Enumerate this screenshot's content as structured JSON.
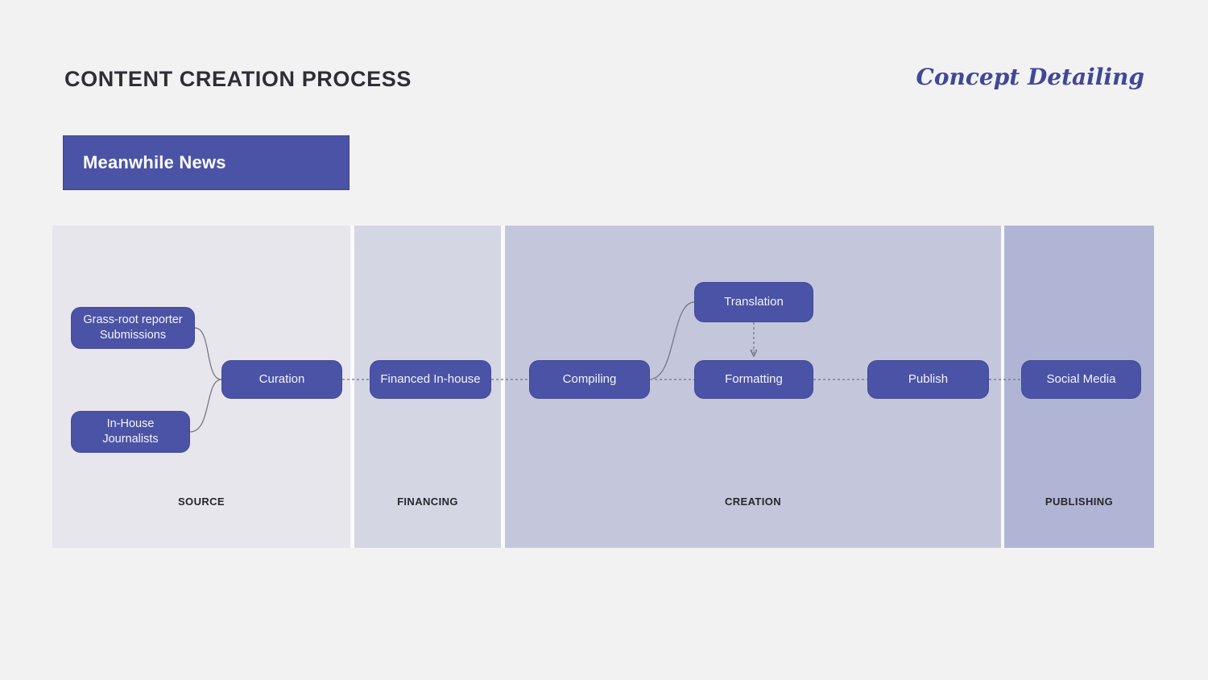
{
  "header": {
    "title": "CONTENT CREATION PROCESS",
    "brand": "Concept Detailing"
  },
  "entity": {
    "label": "Meanwhile News"
  },
  "diagram": {
    "columns": [
      {
        "label": "SOURCE"
      },
      {
        "label": "FINANCING"
      },
      {
        "label": "CREATION"
      },
      {
        "label": "PUBLISHING"
      }
    ],
    "nodes": [
      {
        "id": "grassroot",
        "label": "Grass-root reporter",
        "label2": "Submissions"
      },
      {
        "id": "inhouse",
        "label": "In-House",
        "label2": "Journalists"
      },
      {
        "id": "curation",
        "label": "Curation"
      },
      {
        "id": "financed",
        "label": "Financed In-house"
      },
      {
        "id": "compiling",
        "label": "Compiling"
      },
      {
        "id": "translation",
        "label": "Translation"
      },
      {
        "id": "formatting",
        "label": "Formatting"
      },
      {
        "id": "publish",
        "label": "Publish"
      },
      {
        "id": "social",
        "label": "Social Media"
      }
    ]
  },
  "colors": {
    "page_bg": "#f3f2f3",
    "accent": "#4b53a6",
    "brand_text": "#3f4899",
    "title_text": "#2e2e35",
    "node_text": "#f4f4f9",
    "connector": "#72727e",
    "col_source": "#e7e6ed",
    "col_financing": "#d5d6e4",
    "col_creation": "#c4c6dc",
    "col_publishing": "#b1b5d5",
    "gap": "#fafafc"
  }
}
